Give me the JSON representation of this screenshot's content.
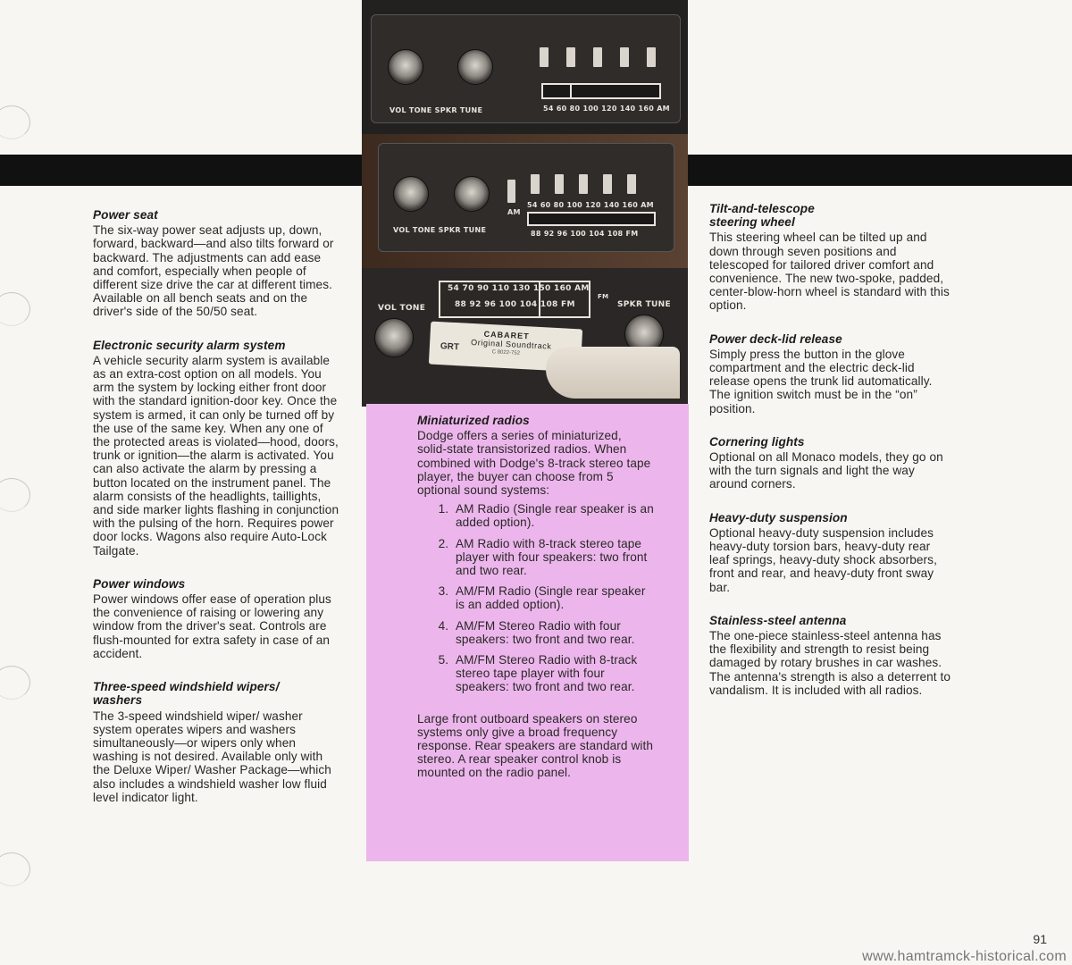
{
  "left_column": [
    {
      "heading": "Power seat",
      "body": "The six-way power seat adjusts up, down, forward, backward—and also tilts forward or backward. The adjustments can add ease and comfort, especially when people of different size drive the car at different times. Available on all bench seats and on the driver's side of the 50/50 seat."
    },
    {
      "heading": "Electronic security alarm system",
      "body": "A vehicle security alarm system is available as an extra-cost option on all models. You arm the system by locking either front door with the standard ignition-door key. Once the system is armed, it can only be turned off by the use of the same key. When any one of the protected areas is violated—hood, doors, trunk or ignition—the alarm is activated. You can also activate the alarm by pressing a button located on the instrument panel. The alarm consists of the headlights, taillights, and side marker lights flashing in conjunction with the pulsing of the horn. Requires power door locks. Wagons also require Auto-Lock Tailgate."
    },
    {
      "heading": "Power windows",
      "body": "Power windows offer ease of operation plus the convenience of raising or lowering any window from the driver's seat. Controls are flush-mounted for extra safety in case of an accident."
    },
    {
      "heading": "Three-speed windshield wipers/ washers",
      "body": "The 3-speed windshield wiper/ washer system operates wipers and washers simultaneously—or wipers only when washing is not desired. Available only with the Deluxe Wiper/ Washer Package—which also includes a windshield washer low fluid level indicator light."
    }
  ],
  "middle_column": {
    "heading": "Miniaturized radios",
    "intro": "Dodge offers a series of miniaturized, solid-state transistorized radios. When combined with Dodge's 8-track stereo tape player, the buyer can choose from 5 optional sound systems:",
    "list": [
      "AM Radio (Single rear speaker is an added option).",
      "AM Radio with 8-track stereo tape player with four speakers: two front and two rear.",
      "AM/FM Radio (Single rear speaker is an added option).",
      "AM/FM Stereo Radio with four speakers: two front and two rear.",
      "AM/FM Stereo Radio with 8-track stereo tape player with four speakers: two front and two rear."
    ],
    "closing": "Large front outboard speakers on stereo systems only give a broad frequency response. Rear speakers are standard with stereo. A rear speaker control knob is mounted on the radio panel."
  },
  "right_column": [
    {
      "heading": "Tilt-and-telescope steering wheel",
      "body": "This steering wheel can be tilted up and down through seven positions and telescoped for tailored driver comfort and convenience. The new two-spoke, padded, center-blow-horn wheel is standard with this option."
    },
    {
      "heading": "Power deck-lid release",
      "body": "Simply press the button in the glove compartment and the electric deck-lid release opens the trunk lid automatically. The ignition switch must be in the “on” position."
    },
    {
      "heading": "Cornering lights",
      "body": "Optional on all Monaco models, they go on with the turn signals and light the way around corners."
    },
    {
      "heading": "Heavy-duty suspension",
      "body": "Optional heavy-duty suspension includes heavy-duty torsion bars, heavy-duty rear leaf springs, heavy-duty shock absorbers, front and rear, and heavy-duty front sway bar."
    },
    {
      "heading": "Stainless-steel antenna",
      "body": "The one-piece stainless-steel antenna has the flexibility and strength to resist being damaged by rotary brushes in car washes. The antenna's strength is also a deterrent to vandalism. It is included with all radios."
    }
  ],
  "photo_labels": {
    "radio1_controls": "VOL    TONE      SPKR      TUNE",
    "radio1_scale": "54  60    80   100 120  140    160  AM",
    "radio2_controls": "VOL    TONE    SPKR    TUNE",
    "radio2_am_scale": "54 60    80   100  120   140   160  AM",
    "radio2_fm_scale": "88    92    96   100   104     108  FM",
    "radio2_am_switch": "AM",
    "radio3_left_controls": "VOL      TONE",
    "radio3_right_controls": "SPKR      TUNE",
    "radio3_am_scale": "54   70   90   110  130  150 160 AM",
    "radio3_fm_scale": "88   92   96   100  104   108  FM",
    "radio3_fm_switch": "FM",
    "tape_title": "CABARET",
    "tape_subtitle": "Original Soundtrack",
    "tape_brand": "GRT",
    "tape_catalog": "C 8022-752"
  },
  "page_number": "91",
  "watermark": "www.hamtramck-historical.com"
}
